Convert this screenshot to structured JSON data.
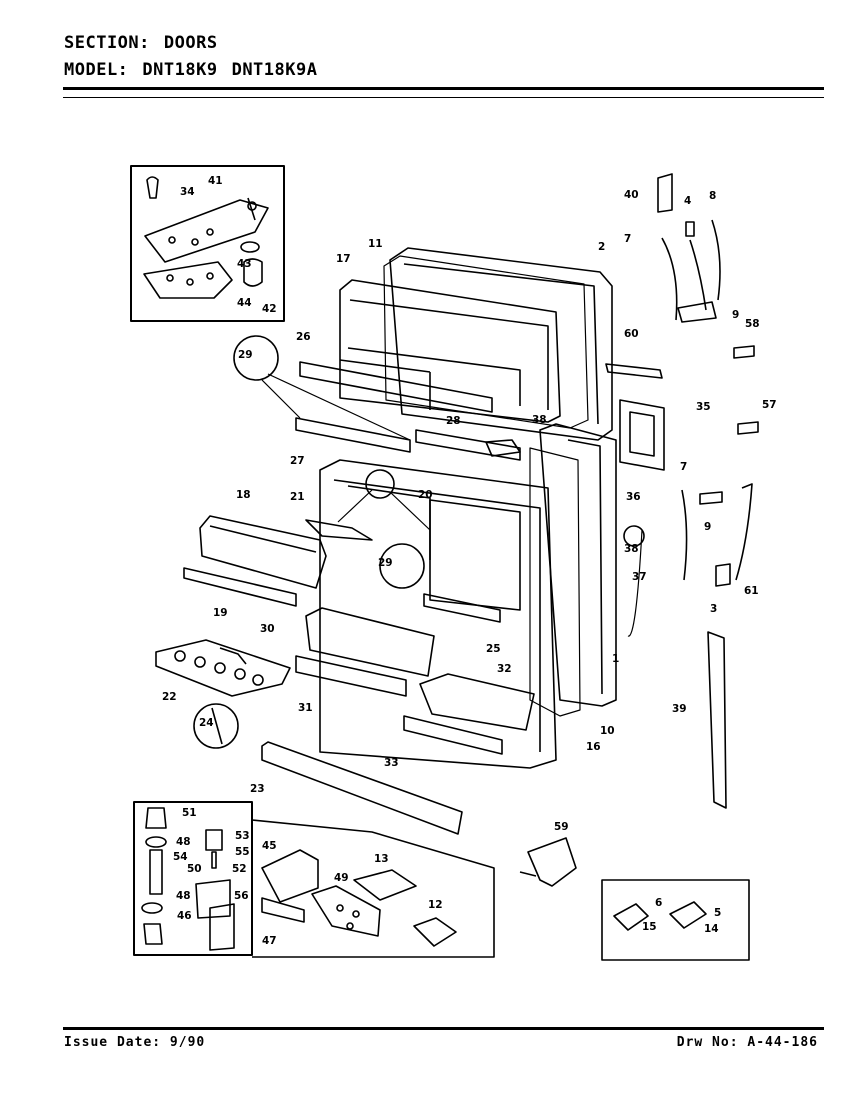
{
  "header": {
    "section_label": "SECTION:",
    "section_value": "DOORS",
    "model_label": "MODEL:",
    "models": [
      "DNT18K9",
      "DNT18K9A"
    ]
  },
  "footer": {
    "issue_label": "Issue Date:",
    "issue_date": "9/90",
    "drawing_label": "Drw No:",
    "drawing_number": "A-44-186"
  },
  "part_numbers": [
    "1",
    "2",
    "3",
    "4",
    "5",
    "6",
    "7",
    "7",
    "8",
    "9",
    "9",
    "10",
    "11",
    "12",
    "13",
    "14",
    "15",
    "16",
    "17",
    "18",
    "19",
    "20",
    "21",
    "22",
    "23",
    "24",
    "25",
    "26",
    "27",
    "28",
    "29",
    "29",
    "30",
    "31",
    "32",
    "33",
    "34",
    "35",
    "36",
    "37",
    "38",
    "38",
    "39",
    "40",
    "41",
    "42",
    "43",
    "44",
    "45",
    "46",
    "47",
    "48",
    "48",
    "49",
    "50",
    "51",
    "52",
    "53",
    "54",
    "55",
    "56",
    "57",
    "58",
    "59",
    "60",
    "61"
  ]
}
